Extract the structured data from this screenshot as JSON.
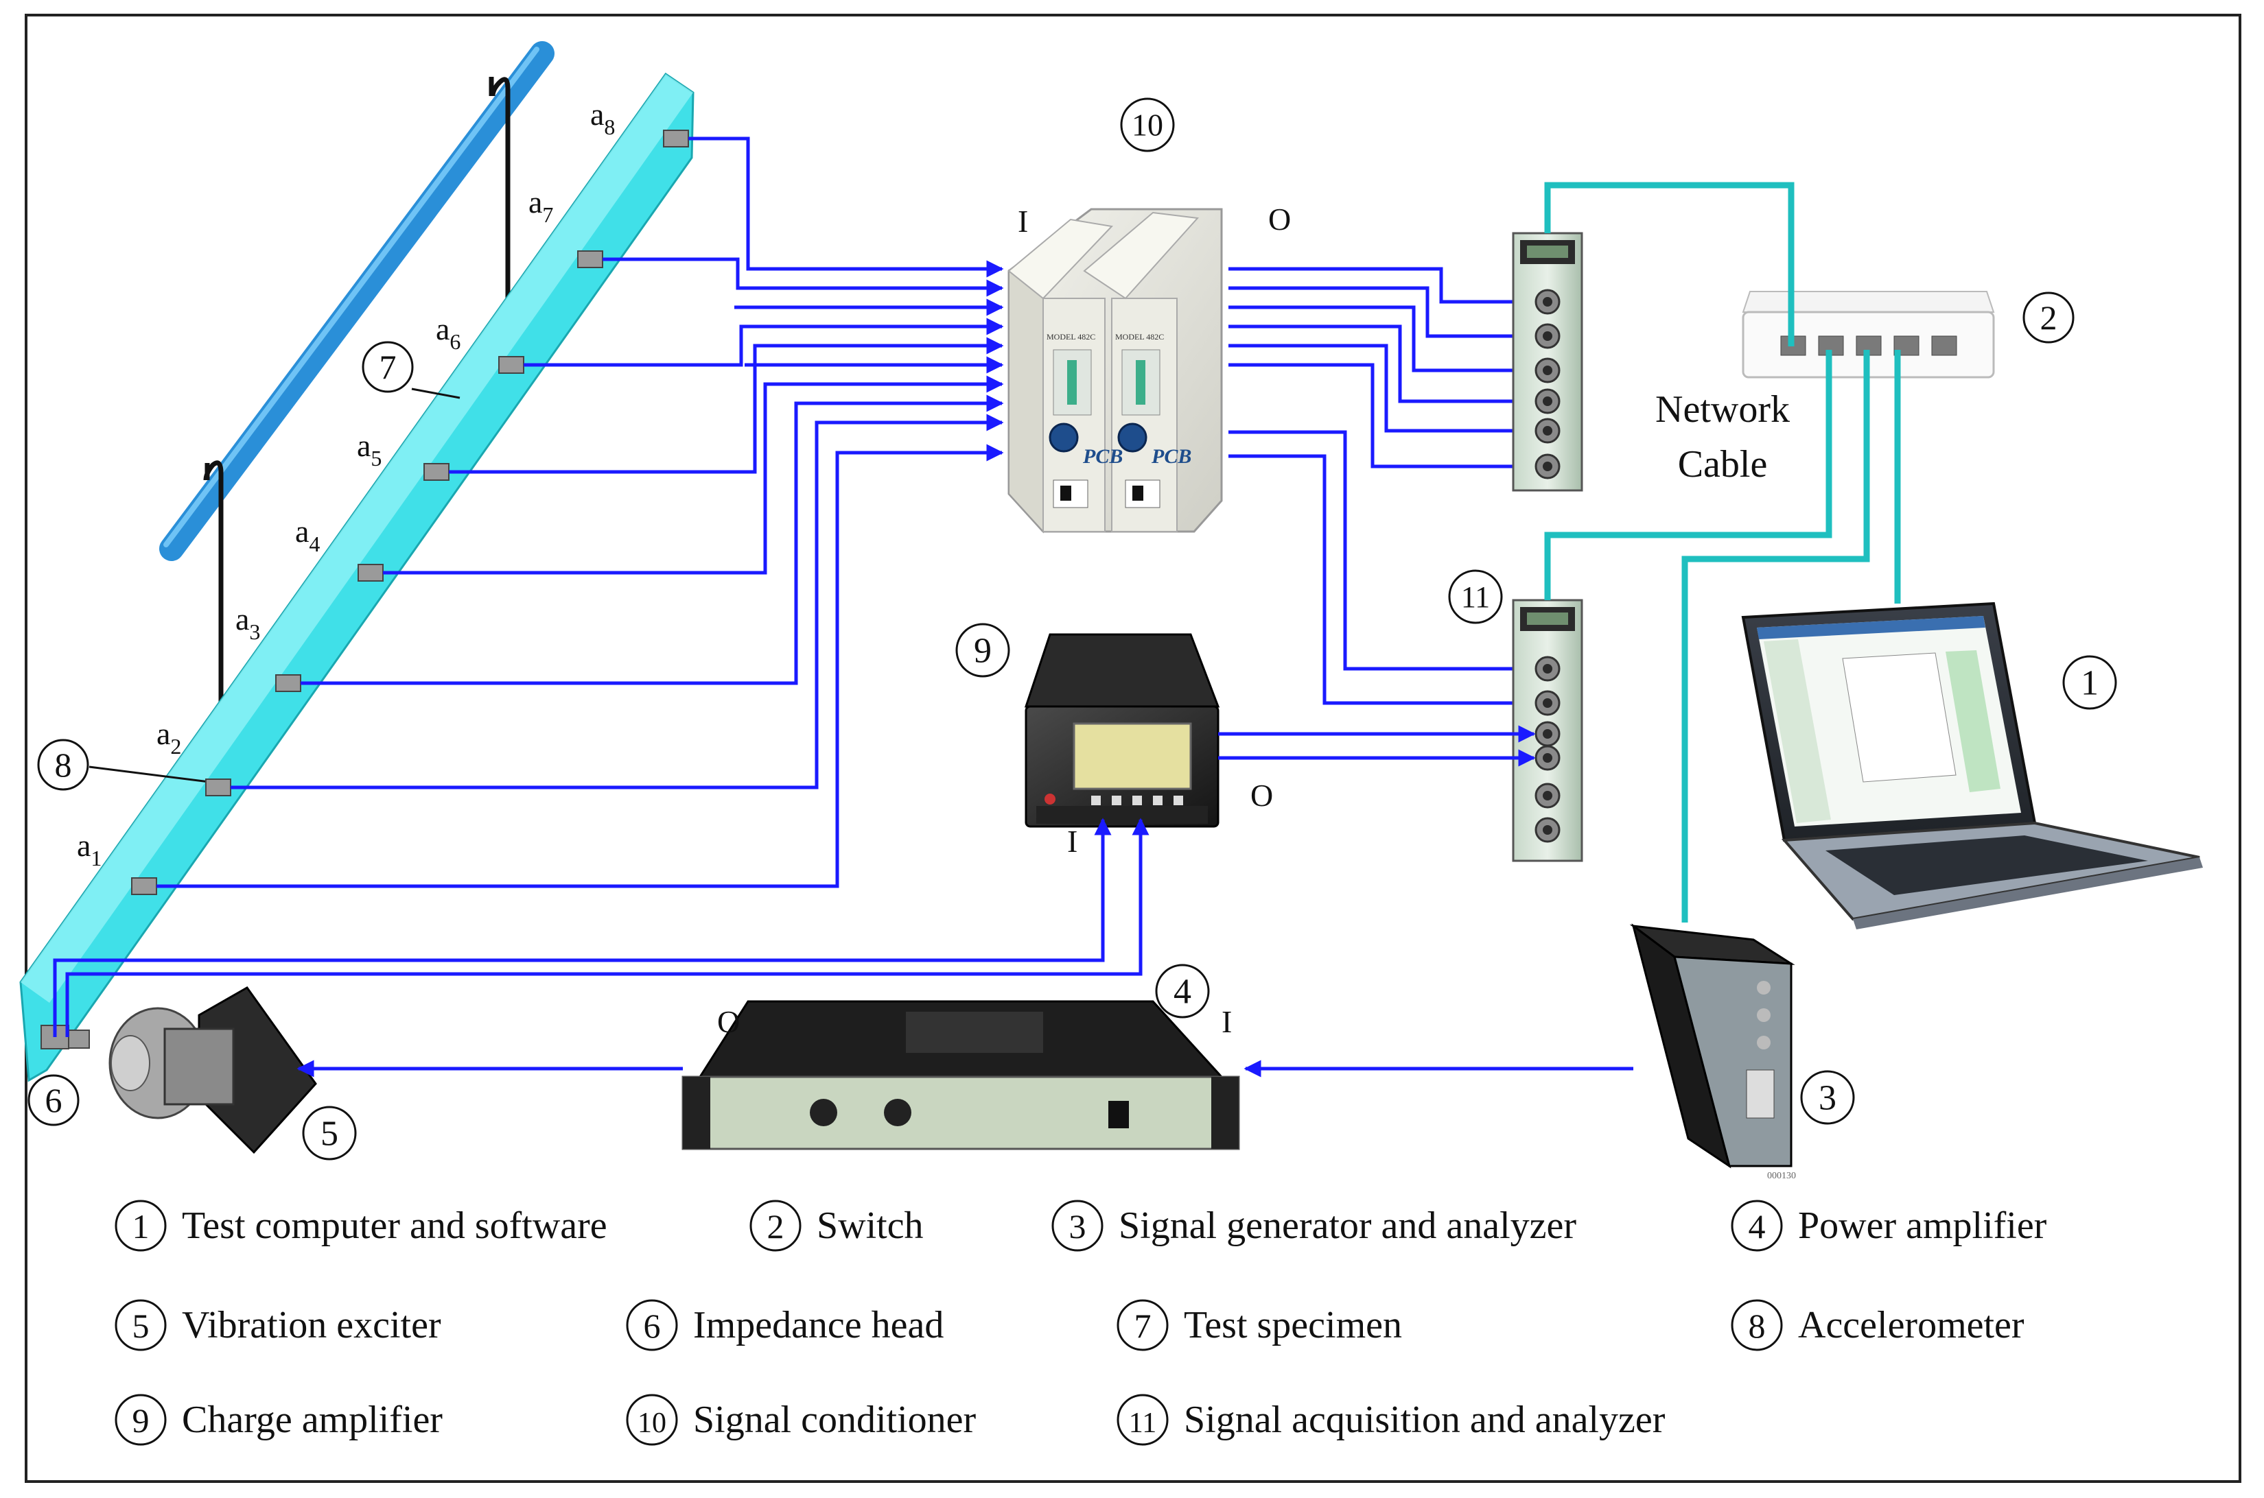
{
  "sensor_labels": [
    "a",
    "1",
    "a",
    "2",
    "a",
    "3",
    "a",
    "4",
    "a",
    "5",
    "a",
    "6",
    "a",
    "7",
    "a",
    "8"
  ],
  "callouts": {
    "c1": "1",
    "c2": "2",
    "c3": "3",
    "c4": "4",
    "c5": "5",
    "c6": "6",
    "c7": "7",
    "c8": "8",
    "c9": "9",
    "c10": "10",
    "c11": "11"
  },
  "io": {
    "in": "I",
    "out": "O"
  },
  "network_label": [
    "Network",
    "Cable"
  ],
  "legend": [
    {
      "num": "1",
      "text": "Test computer and software"
    },
    {
      "num": "2",
      "text": "Switch"
    },
    {
      "num": "3",
      "text": "Signal generator and analyzer"
    },
    {
      "num": "4",
      "text": "Power amplifier"
    },
    {
      "num": "5",
      "text": "Vibration exciter"
    },
    {
      "num": "6",
      "text": "Impedance head"
    },
    {
      "num": "7",
      "text": "Test specimen"
    },
    {
      "num": "8",
      "text": "Accelerometer"
    },
    {
      "num": "9",
      "text": "Charge amplifier"
    },
    {
      "num": "10",
      "text": "Signal conditioner"
    },
    {
      "num": "11",
      "text": "Signal acquisition and analyzer"
    }
  ],
  "device_text": {
    "pcb": "PCB",
    "model": "MODEL 482C",
    "analyzer_code": "000130"
  },
  "colors": {
    "signal": "#1a1aff",
    "network": "#1fbfbf",
    "specimen": "#40e0e8",
    "rod": "#2a8fd8"
  }
}
